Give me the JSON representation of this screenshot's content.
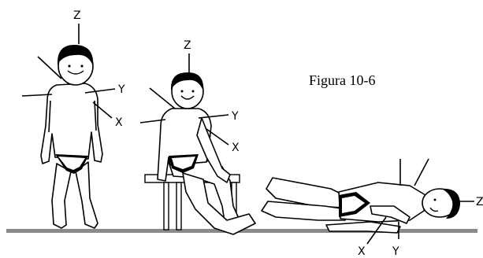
{
  "figure": {
    "caption": "Figura 10-6",
    "axes": {
      "standing": {
        "z": "Z",
        "y": "Y",
        "x": "X"
      },
      "seated": {
        "z": "Z",
        "y": "Y",
        "x": "X"
      },
      "lying": {
        "z": "Z",
        "y": "Y",
        "x": "X"
      }
    }
  }
}
